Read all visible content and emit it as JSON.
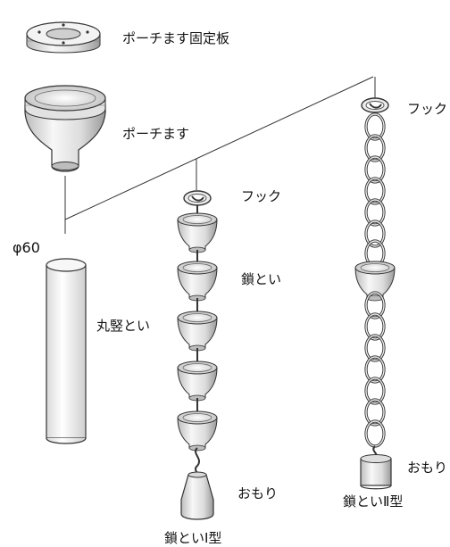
{
  "labels": {
    "pouch_plate": "ポーチます固定板",
    "pouch": "ポーチます",
    "diameter": "φ60",
    "round_pipe": "丸竪とい",
    "hook_1": "フック",
    "chain_gutter": "鎖とい",
    "weight_1": "おもり",
    "type_1": "鎖といⅠ型",
    "hook_2": "フック",
    "weight_2": "おもり",
    "type_2": "鎖といⅡ型"
  },
  "colors": {
    "line": "#333333",
    "metal_light": "#f4f4f4",
    "metal_mid": "#cfcfcf",
    "metal_dark": "#8a8a8a",
    "background": "#ffffff"
  }
}
